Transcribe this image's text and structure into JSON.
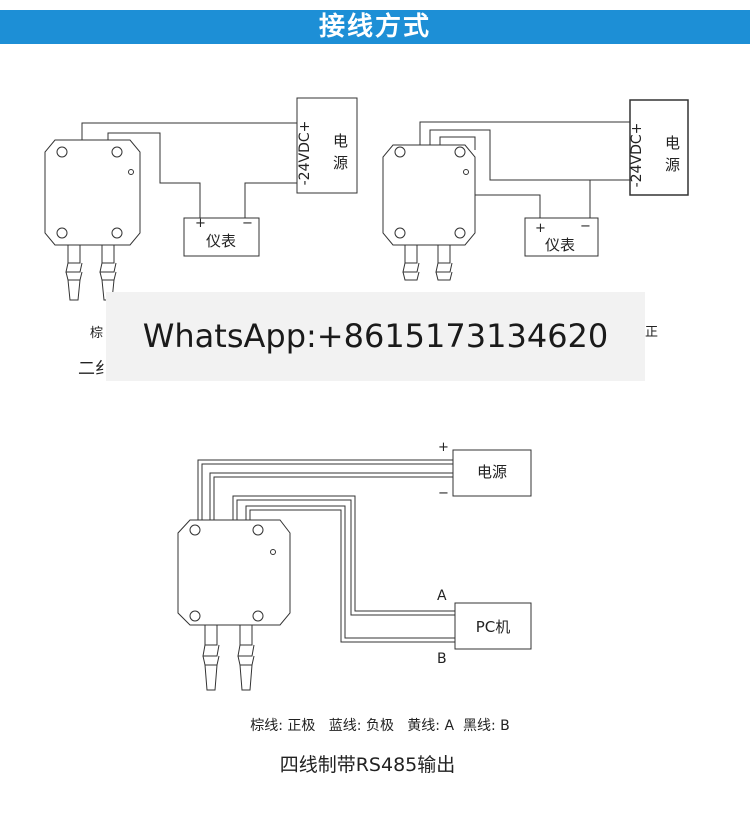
{
  "header": {
    "title": "接线方式"
  },
  "two_wire": {
    "power_voltage": "-24VDC+",
    "power_label_line1": "电",
    "power_label_line2": "源",
    "meter_label": "仪表",
    "meter_plus": "+",
    "meter_minus": "−",
    "legend_partial": "棕",
    "caption_partial": "二纟"
  },
  "three_wire": {
    "power_voltage": "-24VDC+",
    "power_label_line1": "电",
    "power_label_line2": "源",
    "meter_label": "仪表",
    "meter_plus": "+",
    "meter_minus": "−",
    "legend_partial": "正"
  },
  "watermark": {
    "text": "WhatsApp:+8615173134620"
  },
  "four_wire": {
    "power_label": "电源",
    "pc_label": "PC机",
    "plus": "+",
    "minus": "−",
    "a": "A",
    "b": "B",
    "legend": "棕线: 正极   蓝线: 负极   黄线: A  黑线: B",
    "caption": "四线制带RS485输出"
  }
}
